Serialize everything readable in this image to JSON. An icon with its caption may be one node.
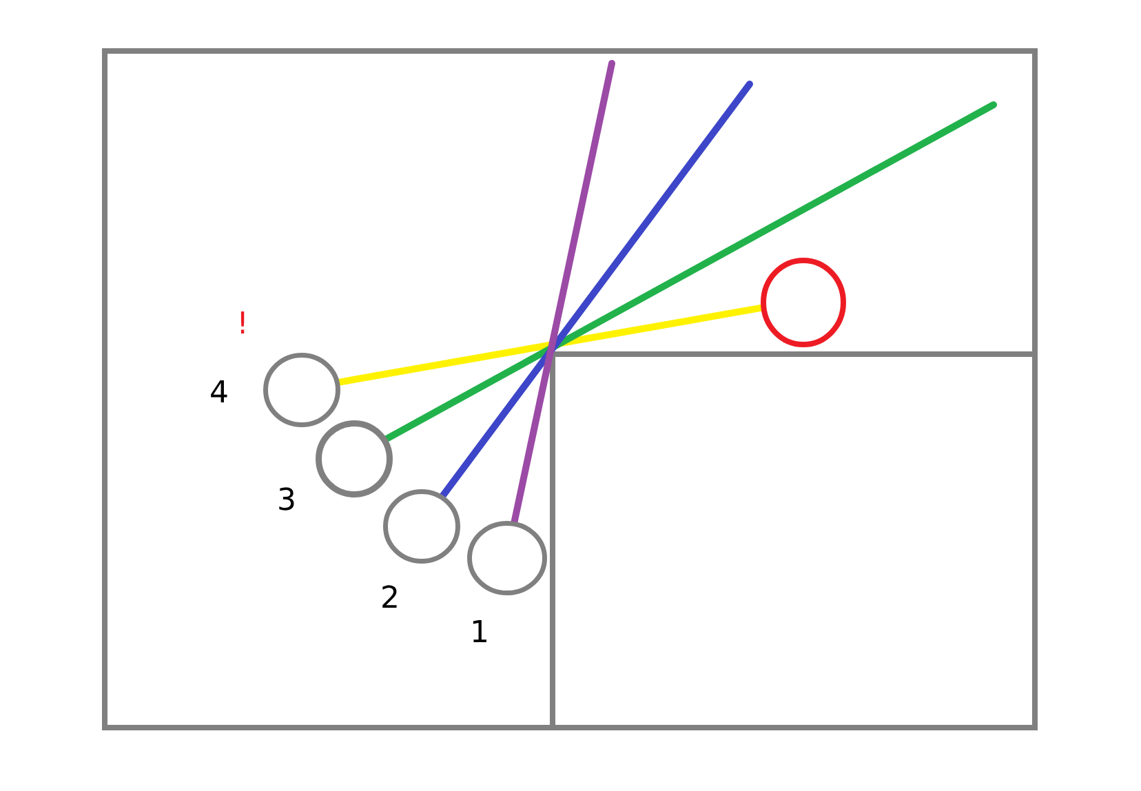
{
  "diagram": {
    "nodes": [
      {
        "text": [],
        "shape": "circle",
        "beside": [
          "!",
          "4"
        ]
      },
      {
        "text": [],
        "shape": "circle",
        "beside": [
          "3"
        ]
      },
      {
        "text": [],
        "shape": "circle",
        "beside": [
          "2"
        ]
      },
      {
        "text": [],
        "shape": "circle",
        "beside": [
          "1"
        ]
      },
      {
        "text": [],
        "shape": "circle"
      }
    ],
    "edges": [
      {
        "from": 0,
        "to": 4,
        "arrow": "none",
        "color": "#fff200"
      },
      {
        "from": 1,
        "to": null,
        "arrow": "none",
        "color": "#22b24c"
      },
      {
        "from": 2,
        "to": null,
        "arrow": "none",
        "color": "#3d46c8"
      },
      {
        "from": 3,
        "to": null,
        "arrow": "none",
        "color": "#9b4aa6"
      }
    ]
  }
}
